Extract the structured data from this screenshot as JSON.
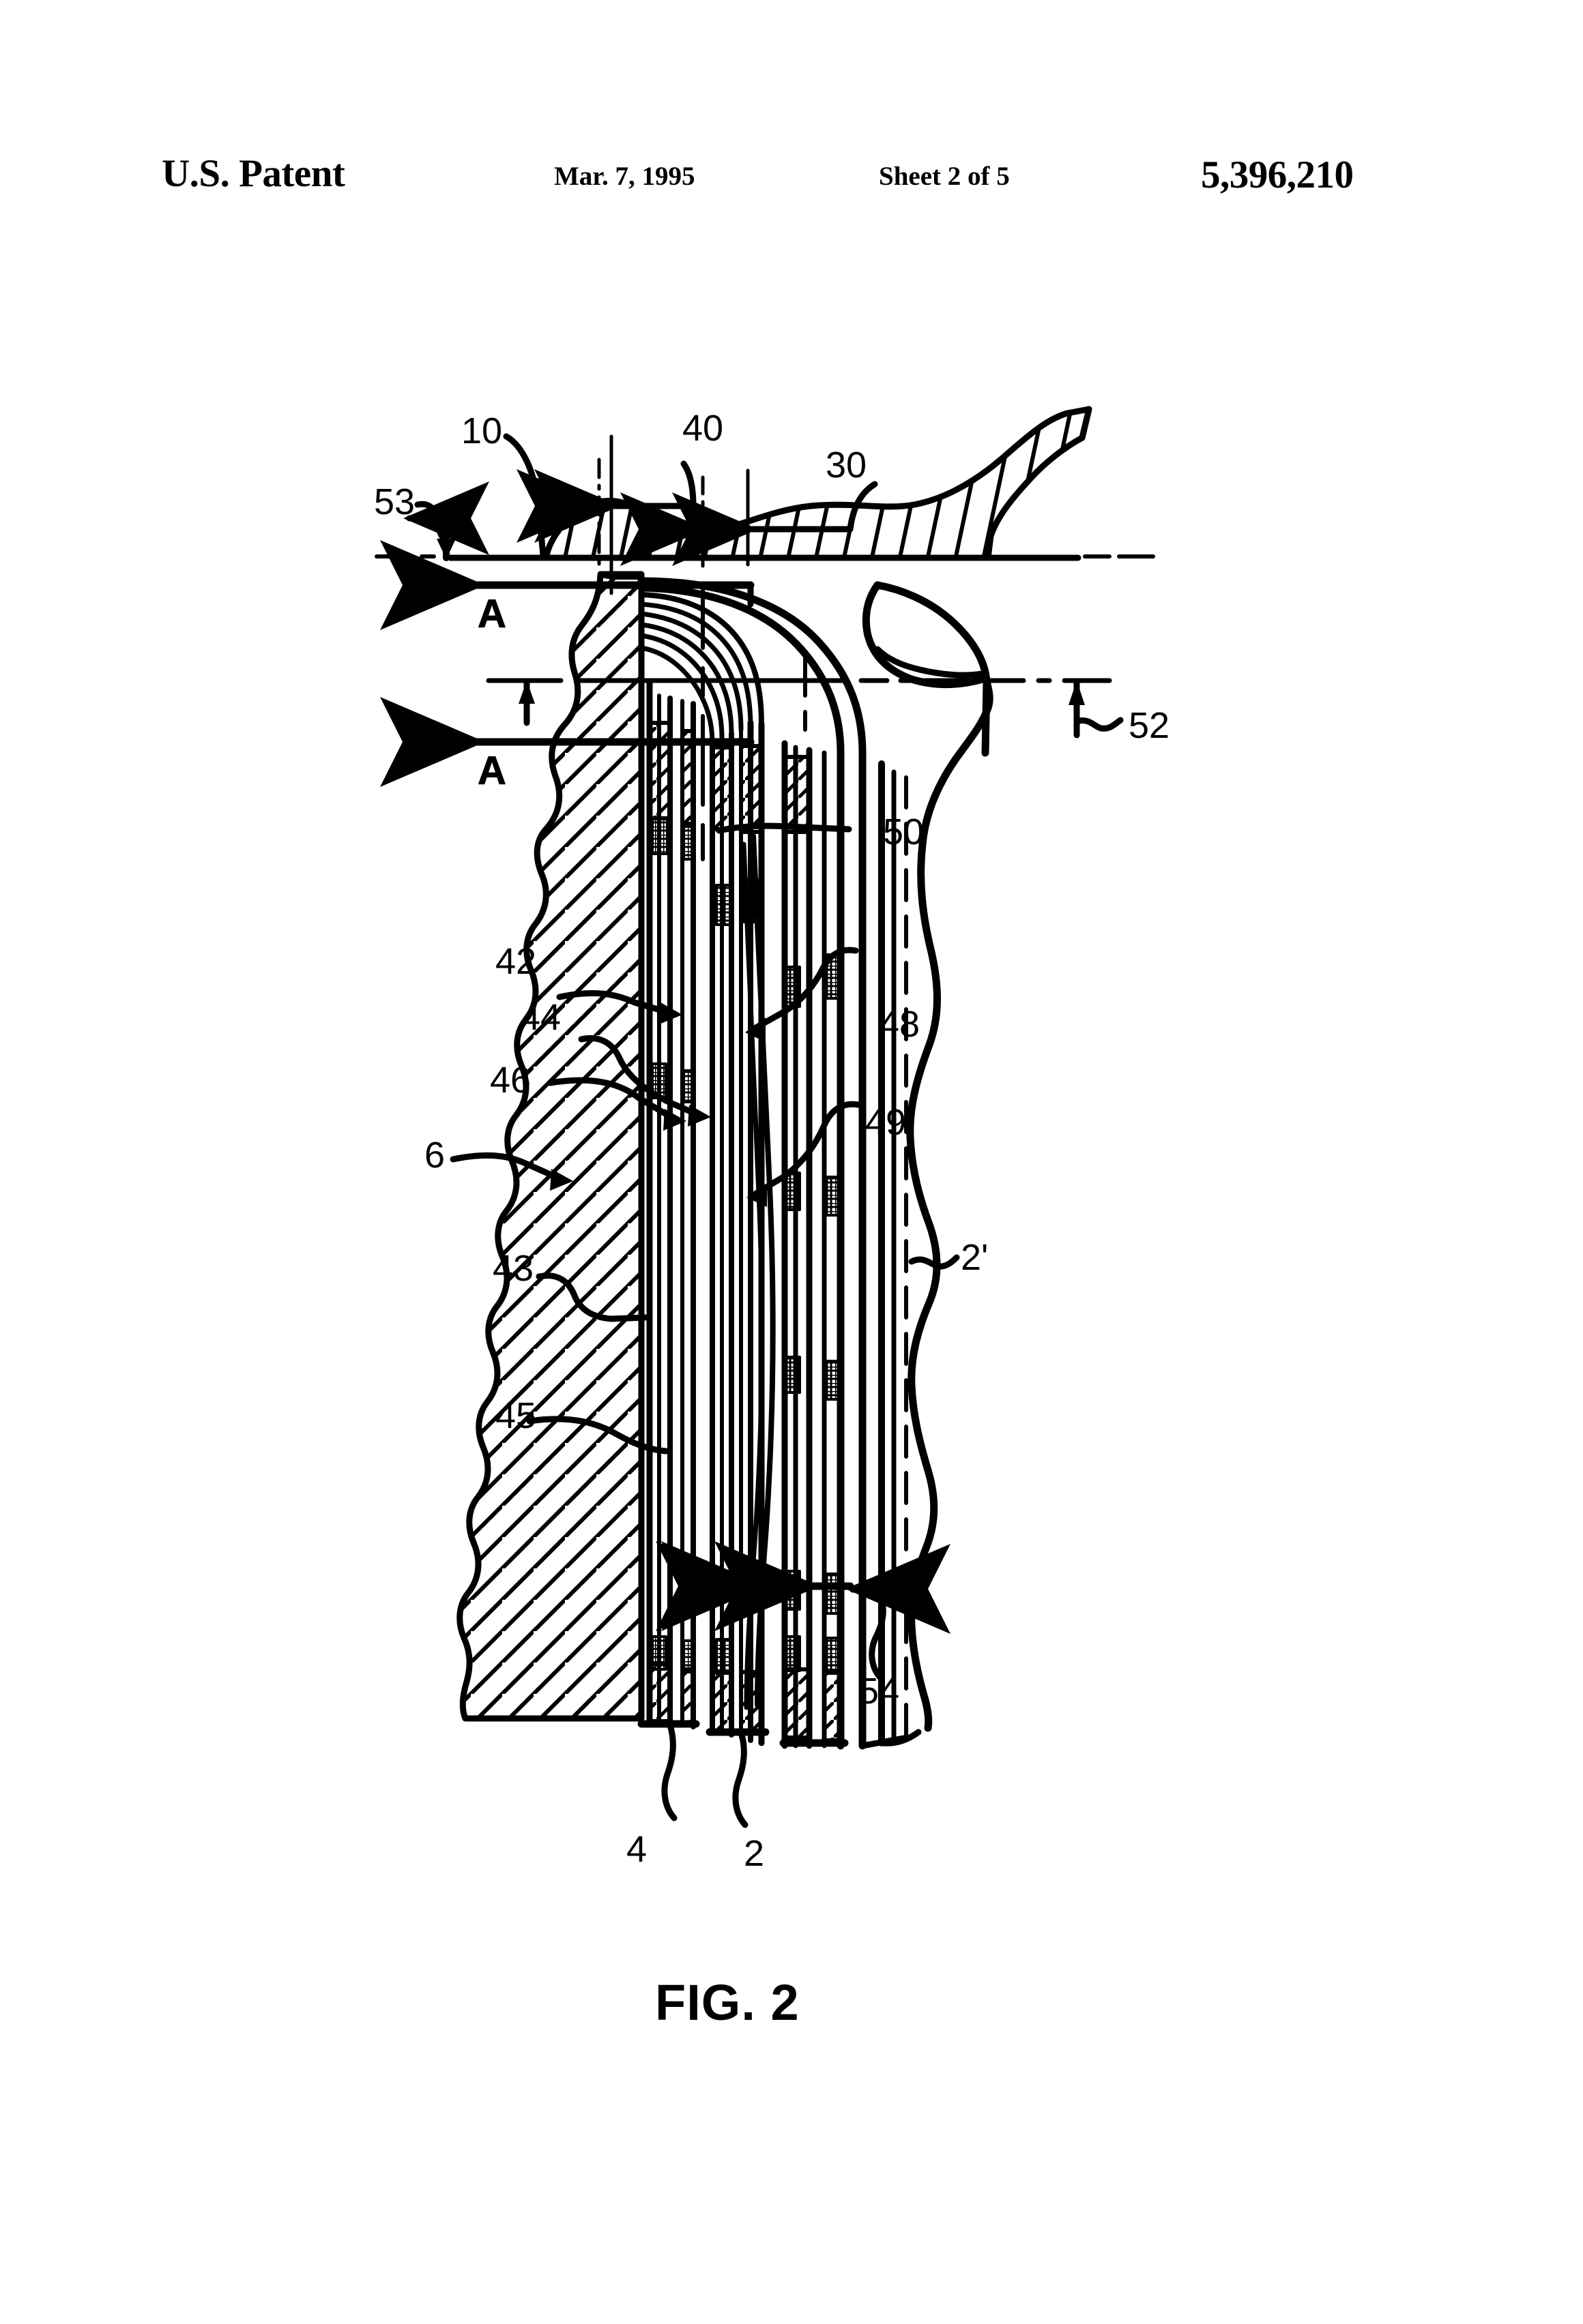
{
  "header": {
    "office": "U.S. Patent",
    "date": "Mar. 7, 1995",
    "sheet": "Sheet 2 of 5",
    "patent_number": "5,396,210"
  },
  "figure": {
    "caption": "FIG. 2",
    "section_marker_top": "A",
    "section_marker_bottom": "A",
    "reference_numerals": {
      "n10": "10",
      "n40": "40",
      "n30": "30",
      "n53": "53",
      "n52": "52",
      "n50": "50",
      "n42": "42",
      "n44": "44",
      "n46": "46",
      "n48": "48",
      "n49": "49",
      "n6": "6",
      "n43": "43",
      "n45": "45",
      "n2p": "2'",
      "n54": "54",
      "n4": "4",
      "n2": "2"
    }
  },
  "colors": {
    "ink": "#000000",
    "paper": "#ffffff"
  }
}
